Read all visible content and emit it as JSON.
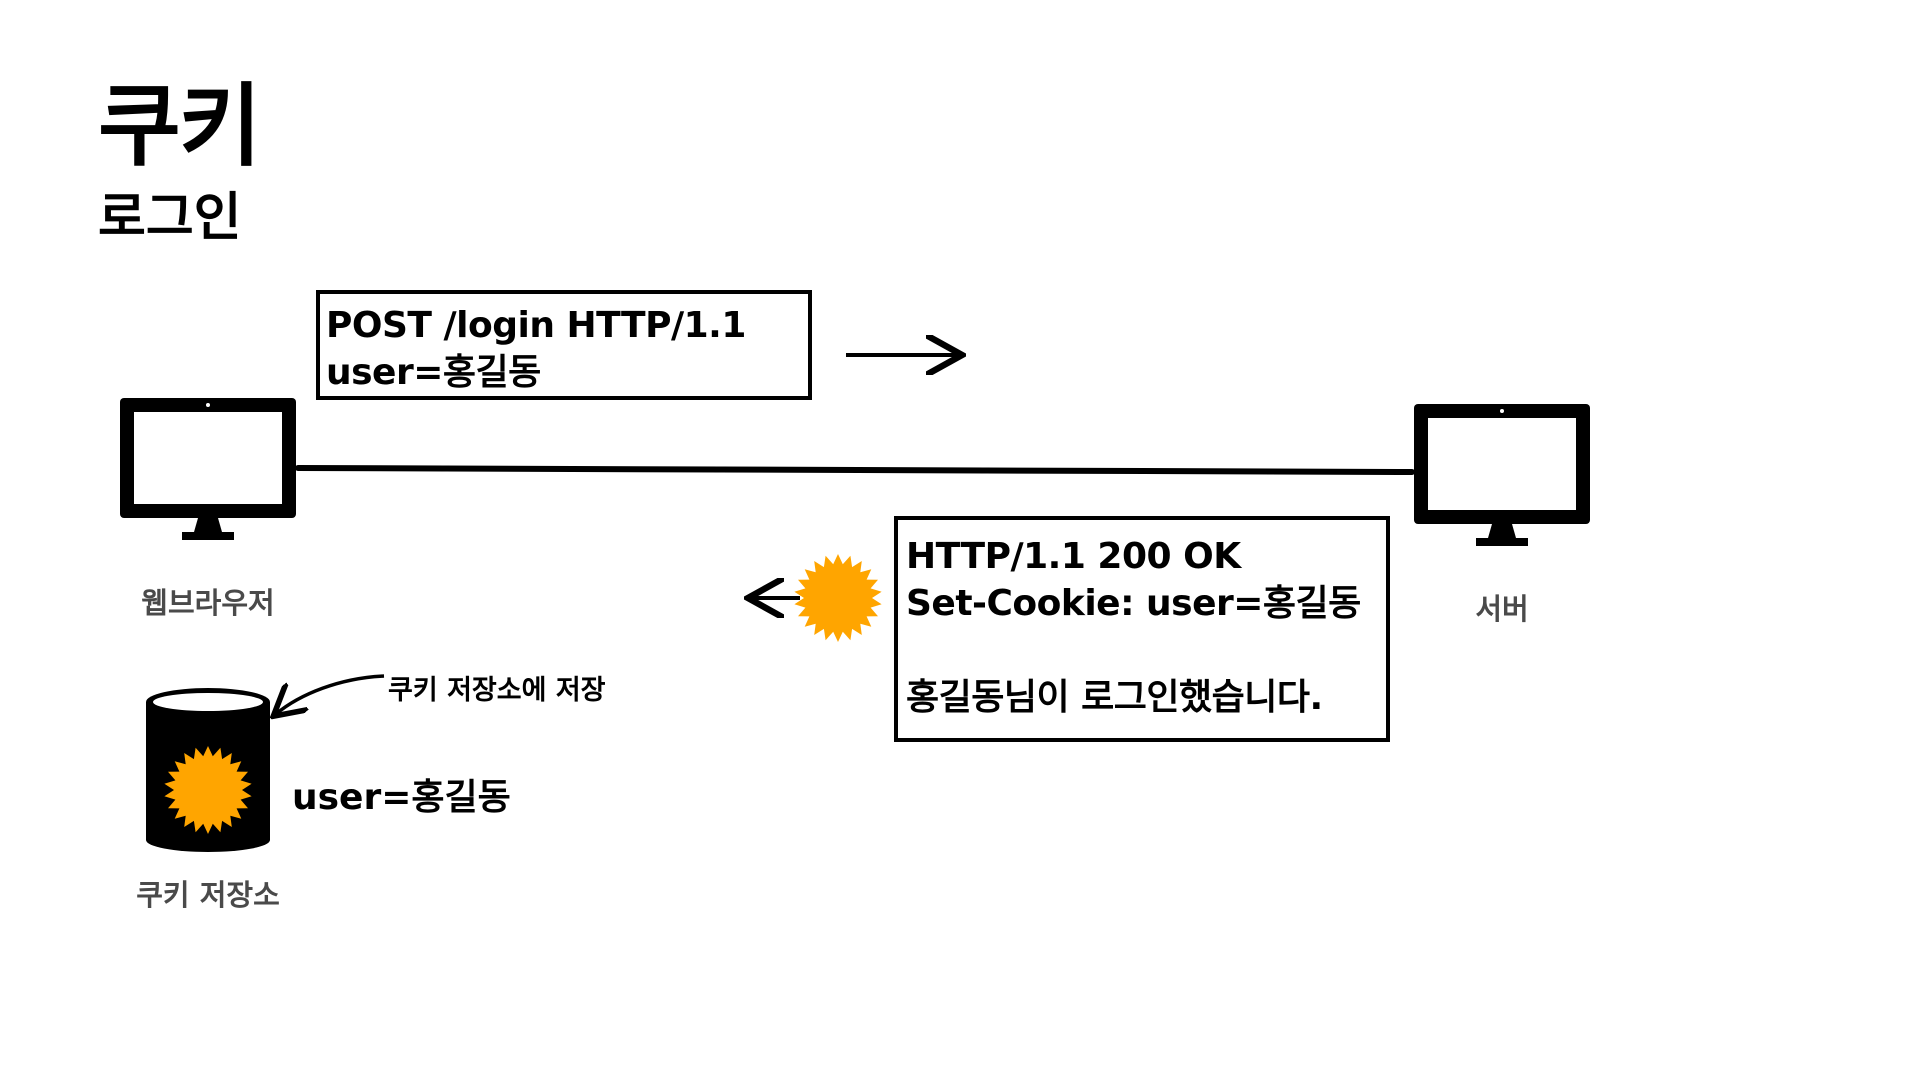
{
  "slide": {
    "title": "쿠키",
    "subtitle": "로그인"
  },
  "nodes": {
    "browser_label": "웹브라우저",
    "server_label": "서버",
    "storage_label": "쿠키 저장소"
  },
  "request": {
    "line1": "POST /login HTTP/1.1",
    "line2": "user=홍길동"
  },
  "response": {
    "line1": "HTTP/1.1 200 OK",
    "line2": "Set-Cookie: user=홍길동",
    "line3": "홍길동님이 로그인했습니다."
  },
  "storage": {
    "annotation": "쿠키 저장소에 저장",
    "stored_cookie": "user=홍길동"
  },
  "colors": {
    "cookie": "#FFA500",
    "ink": "#000000",
    "label_gray": "#4a4a4a"
  }
}
